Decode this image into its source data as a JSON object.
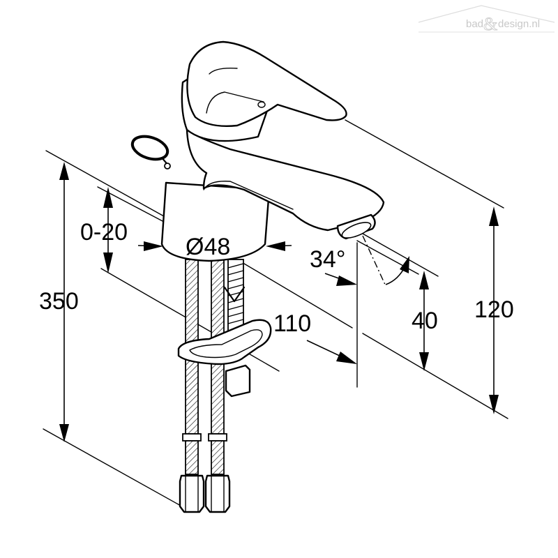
{
  "watermark": {
    "prefix": "bad",
    "amp": "&",
    "suffix": "design.nl"
  },
  "dimensions": {
    "total_length": "350",
    "adjust_range": "0-20",
    "base_diameter": "Ø48",
    "spout_angle": "34°",
    "spout_reach": "110",
    "spout_height": "40",
    "overall_height": "120"
  }
}
